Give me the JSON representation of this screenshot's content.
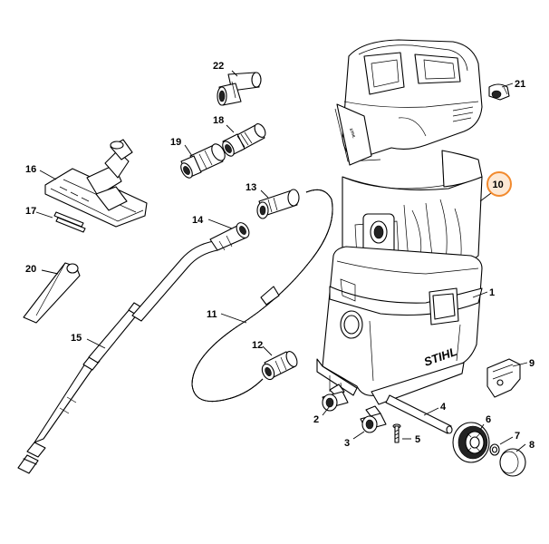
{
  "diagram": {
    "brand_text": "STIHL",
    "parts": [
      {
        "number": "1",
        "icon": "vacuum-container-body",
        "highlighted": false
      },
      {
        "number": "2",
        "icon": "castor-wheel",
        "highlighted": false
      },
      {
        "number": "3",
        "icon": "castor-wheel",
        "highlighted": false
      },
      {
        "number": "4",
        "icon": "axle-rod",
        "highlighted": false
      },
      {
        "number": "5",
        "icon": "screw",
        "highlighted": false
      },
      {
        "number": "6",
        "icon": "rear-wheel",
        "highlighted": false
      },
      {
        "number": "7",
        "icon": "retaining-ring",
        "highlighted": false
      },
      {
        "number": "8",
        "icon": "hub-cap",
        "highlighted": false
      },
      {
        "number": "9",
        "icon": "clamp-latch",
        "highlighted": false
      },
      {
        "number": "10",
        "icon": "filter-bag",
        "highlighted": true
      },
      {
        "number": "11",
        "icon": "suction-hose",
        "highlighted": false
      },
      {
        "number": "12",
        "icon": "hose-connector",
        "highlighted": false
      },
      {
        "number": "13",
        "icon": "hose-connector",
        "highlighted": false
      },
      {
        "number": "14",
        "icon": "bent-handle-tube",
        "highlighted": false
      },
      {
        "number": "15",
        "icon": "extension-tube",
        "highlighted": false
      },
      {
        "number": "16",
        "icon": "floor-nozzle",
        "highlighted": false
      },
      {
        "number": "17",
        "icon": "nozzle-insert-strips",
        "highlighted": false
      },
      {
        "number": "18",
        "icon": "adapter",
        "highlighted": false
      },
      {
        "number": "19",
        "icon": "adapter",
        "highlighted": false
      },
      {
        "number": "20",
        "icon": "crevice-nozzle",
        "highlighted": false
      },
      {
        "number": "21",
        "icon": "hose-clip",
        "highlighted": false
      },
      {
        "number": "22",
        "icon": "adapter",
        "highlighted": false
      }
    ],
    "highlight_color": "#f28a2e"
  }
}
